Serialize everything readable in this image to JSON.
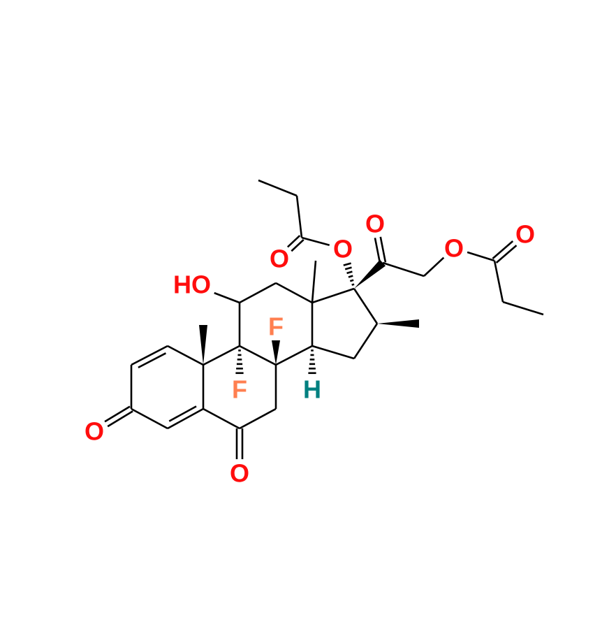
{
  "molecule": {
    "atom_labels": [
      {
        "id": "o-3-ketone",
        "text": "O",
        "color": "#ff0d0d"
      },
      {
        "id": "o-6-ketone",
        "text": "O",
        "color": "#ff0d0d"
      },
      {
        "id": "f-9",
        "text": "F",
        "color": "#ff7f50"
      },
      {
        "id": "f-8",
        "text": "F",
        "color": "#ff7f50"
      },
      {
        "id": "h-14",
        "text": "H",
        "color": "#008080"
      },
      {
        "id": "hydroxyl-11",
        "text": "HO",
        "color": "#ff0d0d"
      },
      {
        "id": "o-17-ester",
        "text": "O",
        "color": "#ff0d0d"
      },
      {
        "id": "o-17-carbonyl",
        "text": "O",
        "color": "#ff0d0d"
      },
      {
        "id": "o-20-ketone",
        "text": "O",
        "color": "#ff0d0d"
      },
      {
        "id": "o-21-ester",
        "text": "O",
        "color": "#ff0d0d"
      },
      {
        "id": "o-21-carbonyl",
        "text": "O",
        "color": "#ff0d0d"
      }
    ]
  }
}
